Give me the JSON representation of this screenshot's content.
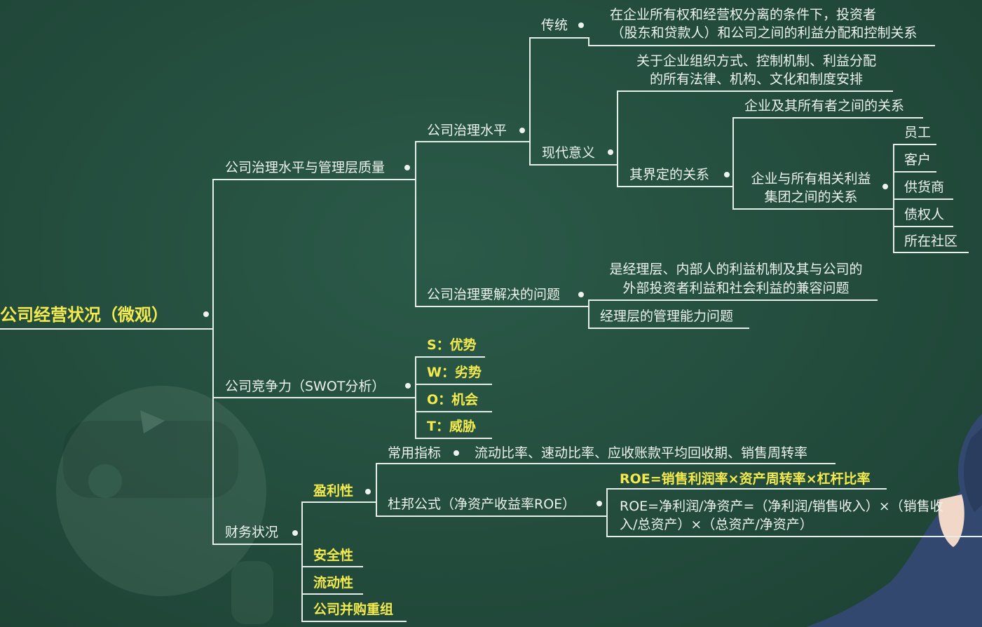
{
  "root": "公司经营状况（微观）",
  "governance": {
    "label": "公司治理水平与管理层质量",
    "level": {
      "label": "公司治理水平",
      "traditional": {
        "label": "传统",
        "desc1": "在企业所有权和经营权分离的条件下，投资者",
        "desc2": "（股东和贷款人）和公司之间的利益分配和控制关系"
      },
      "modern": {
        "label": "现代意义",
        "desc1": "关于企业组织方式、控制机制、利益分配",
        "desc2": "的所有法律、机构、文化和制度安排",
        "relations": {
          "label": "其界定的关系",
          "owners": "企业及其所有者之间的关系",
          "stake1": "企业与所有相关利益",
          "stake2": "集团之间的关系",
          "groups": [
            "员工",
            "客户",
            "供货商",
            "债权人",
            "所在社区"
          ]
        }
      }
    },
    "problems": {
      "label": "公司治理要解决的问题",
      "p1a": "是经理层、内部人的利益机制及其与公司的",
      "p1b": "外部投资者利益和社会利益的兼容问题",
      "p2": "经理层的管理能力问题"
    }
  },
  "swot": {
    "label": "公司竞争力（SWOT分析）",
    "items": [
      "S：优势",
      "W：劣势",
      "O：机会",
      "T：威胁"
    ]
  },
  "finance": {
    "label": "财务状况",
    "profit": {
      "label": "盈利性",
      "common_label": "常用指标",
      "common_value": "流动比率、速动比率、应收账款平均回收期、销售周转率",
      "dupont_label": "杜邦公式（净资产收益率ROE）",
      "roe1": "ROE=销售利润率×资产周转率×杠杆比率",
      "roe2a": "ROE=净利润/净资产=（净利润/销售收入）×（销售收",
      "roe2b": "入/总资产）×（总资产/净资产）"
    },
    "safety": "安全性",
    "liquidity": "流动性",
    "ma": "公司并购重组"
  },
  "colors": {
    "board": "#234c3d",
    "line": "#e6eee9",
    "text": "#ecf2ee",
    "highlight": "#f3ea4e"
  }
}
